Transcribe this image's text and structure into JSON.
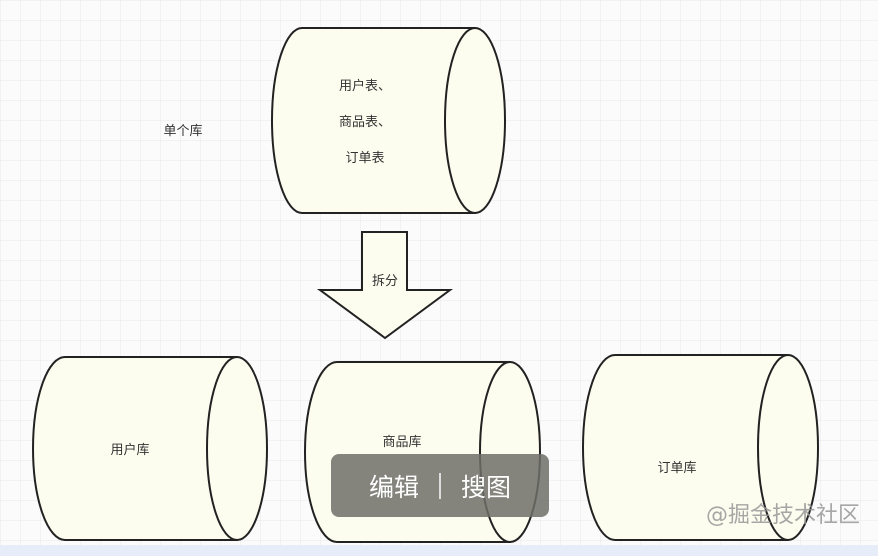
{
  "diagram": {
    "single_db_label": "单个库",
    "source_cylinder": {
      "lines": [
        "用户表、",
        "商品表、",
        "订单表"
      ]
    },
    "arrow_label": "拆分",
    "targets": [
      "用户库",
      "商品库",
      "订单库"
    ]
  },
  "overlay": {
    "edit_label": "编辑",
    "search_image_label": "搜图"
  },
  "watermark": "@掘金技术社区"
}
